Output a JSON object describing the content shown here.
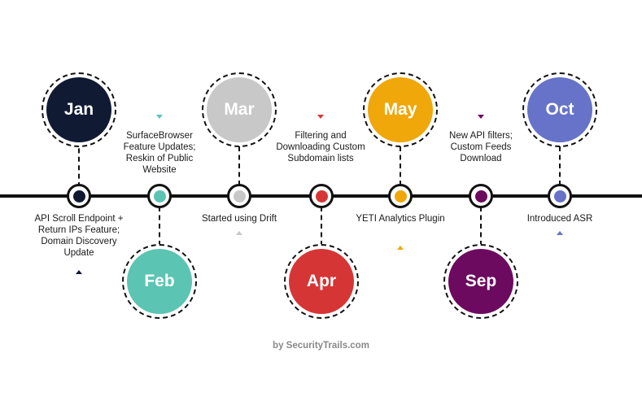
{
  "events": [
    {
      "month": "Jan",
      "color": "#101a33",
      "description": "API Scroll Endpoint + Return IPs Feature; Domain Discovery Update"
    },
    {
      "month": "Feb",
      "color": "#5cc4b3",
      "description": "SurfaceBrowser Feature Updates; Reskin of Public Website"
    },
    {
      "month": "Mar",
      "color": "#c8c8c8",
      "description": "Started using Drift"
    },
    {
      "month": "Apr",
      "color": "#d63535",
      "description": "Filtering and Downloading Custom Subdomain lists"
    },
    {
      "month": "May",
      "color": "#f0a70a",
      "description": "YETI Analytics Plugin"
    },
    {
      "month": "Sep",
      "color": "#6b0a5e",
      "description": "New API filters; Custom Feeds Download"
    },
    {
      "month": "Oct",
      "color": "#6673c8",
      "description": "Introduced ASR"
    }
  ],
  "credit": "by SecurityTrails.com"
}
